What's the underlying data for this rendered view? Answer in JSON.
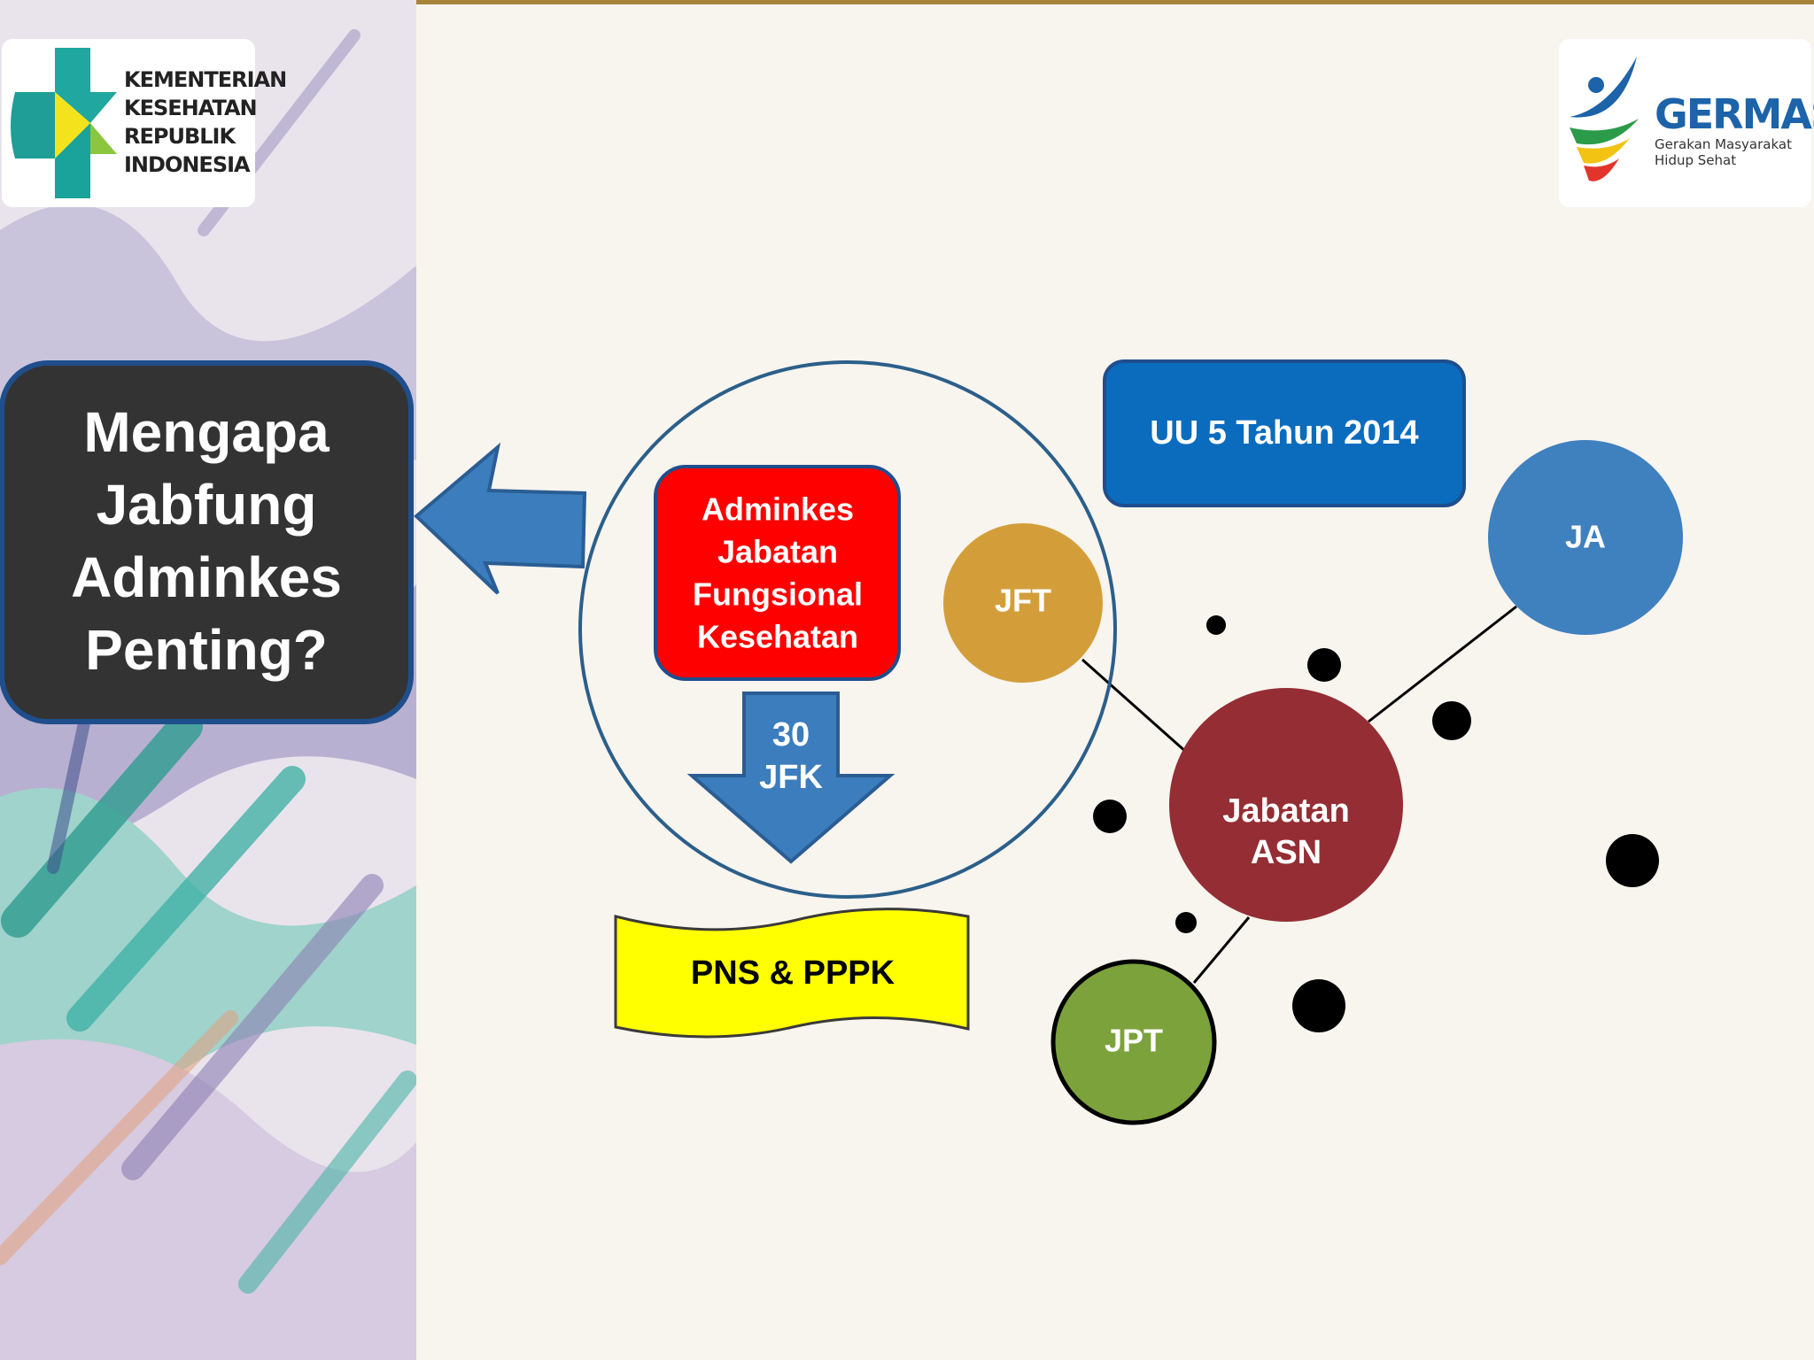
{
  "logos": {
    "kemenkes": {
      "lines": [
        "KEMENTERIAN",
        "KESEHATAN",
        "REPUBLIK",
        "INDONESIA"
      ]
    },
    "germas": {
      "title": "GERMAS",
      "subtitle_line1": "Gerakan Masyarakat",
      "subtitle_line2": "Hidup Sehat"
    }
  },
  "question_box": {
    "line1": "Mengapa",
    "line2": "Jabfung",
    "line3": "Adminkes",
    "line4": "Penting?"
  },
  "adminkes_box": {
    "line1": "Adminkes",
    "line2": "Jabatan",
    "line3": "Fungsional",
    "line4": "Kesehatan"
  },
  "down_arrow": {
    "line1": "30",
    "line2": "JFK"
  },
  "banner": {
    "text": "PNS & PPPK"
  },
  "law_box": {
    "text": "UU 5 Tahun 2014"
  },
  "nodes": {
    "jft": "JFT",
    "ja": "JA",
    "jpt": "JPT",
    "asn_line1": "Jabatan",
    "asn_line2": "ASN"
  },
  "colors": {
    "question_box": "#333333",
    "adminkes_box": "#ff0000",
    "law_box": "#0b6cbd",
    "jft": "#d39e3a",
    "ja": "#3f80bf",
    "asn": "#942e34",
    "jpt": "#7ba23b",
    "banner": "#ffff00",
    "arrow": "#3b7dbd"
  }
}
